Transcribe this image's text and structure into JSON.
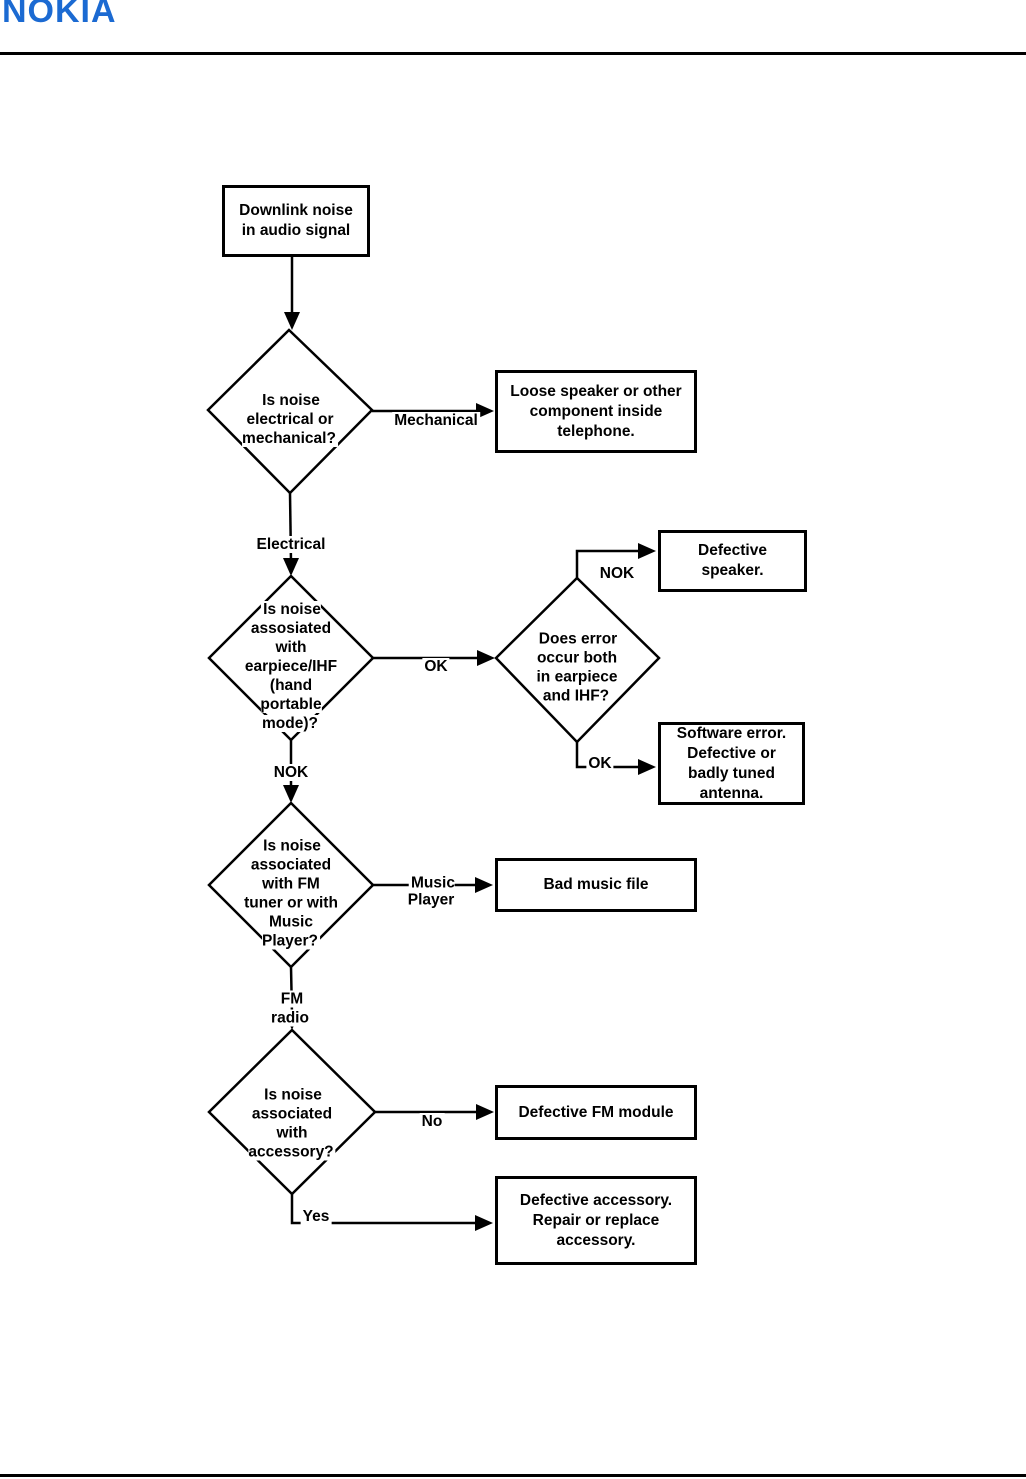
{
  "header": {
    "logo_text": "NOKIA",
    "logo_color": "#1b6ad2"
  },
  "flowchart": {
    "line_color": "#000000",
    "start_node": "Downlink noise\nin audio signal",
    "d_electrical_mechanical": "Is noise\nelectrical or\nmechanical?",
    "lbl_mechanical": "Mechanical",
    "box_loose_speaker": "Loose speaker or other\ncomponent inside\ntelephone.",
    "lbl_electrical": "Electrical",
    "d_earpiece_ihf": "Is noise\nassosiated\nwith\nearpiece/IHF\n(hand\nportable\nmode)?",
    "lbl_ok_to_error": "OK",
    "d_error_both": "Does error\noccur both\nin earpiece\nand IHF?",
    "lbl_nok_speaker": "NOK",
    "box_defective_speaker": "Defective\nspeaker.",
    "lbl_ok_antenna": "OK",
    "box_software_error": "Software error.\nDefective or\nbadly tuned\nantenna.",
    "lbl_nok_down": "NOK",
    "d_fm_music": "Is noise\nassociated\nwith FM\ntuner or with\nMusic\nPlayer?",
    "lbl_music_player": "Music\nPlayer",
    "box_bad_music": "Bad music file",
    "lbl_fm_radio": "FM\nradio",
    "d_accessory": "Is noise\nassociated\nwith\naccessory?",
    "lbl_no": "No",
    "box_defective_fm": "Defective FM module",
    "lbl_yes": "Yes",
    "box_defective_accessory": "Defective accessory.\nRepair or replace\naccessory."
  }
}
